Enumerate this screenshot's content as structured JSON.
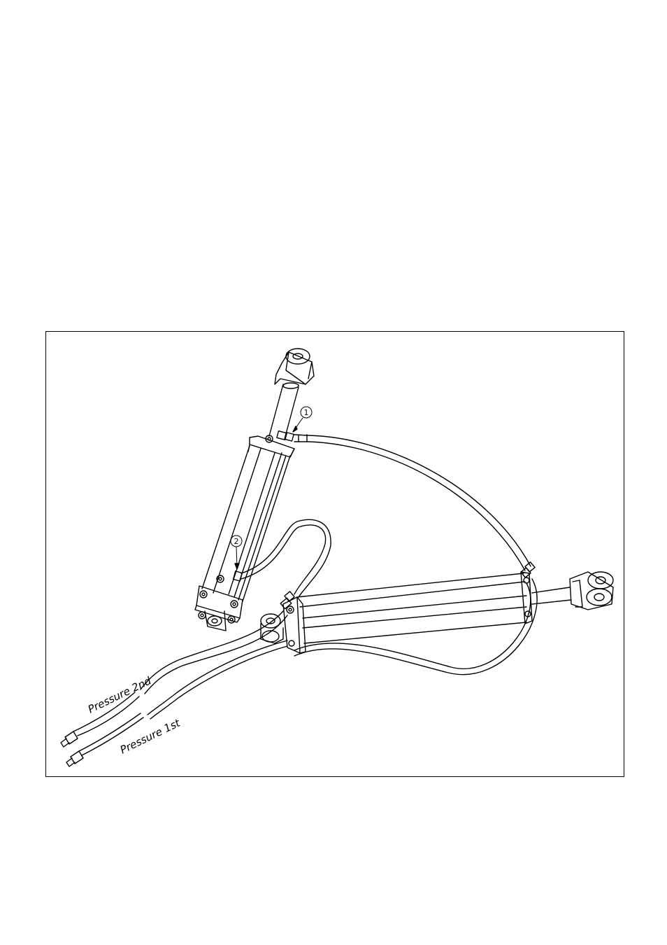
{
  "figure": {
    "callouts": [
      {
        "id": "callout-1",
        "text": "1"
      },
      {
        "id": "callout-2",
        "text": "2"
      }
    ],
    "hose_labels": {
      "second": "Pressure 2nd",
      "first": "Pressure 1st"
    }
  }
}
